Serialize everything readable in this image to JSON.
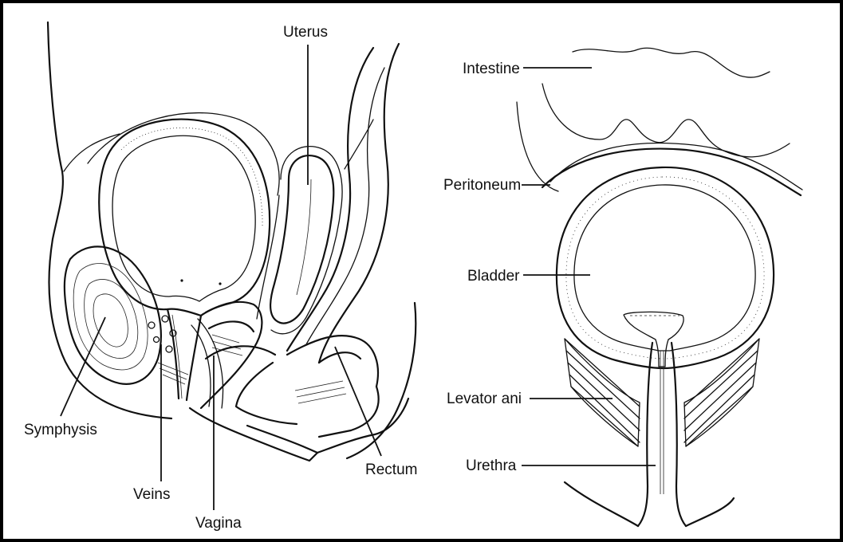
{
  "colors": {
    "line": "#111111",
    "background": "#ffffff",
    "stipple": "#555555"
  },
  "left_figure": {
    "labels": {
      "uterus": "Uterus",
      "symphysis": "Symphysis",
      "veins": "Veins",
      "vagina": "Vagina",
      "rectum": "Rectum"
    }
  },
  "right_figure": {
    "labels": {
      "intestine": "Intestine",
      "peritoneum": "Peritoneum",
      "bladder": "Bladder",
      "levator_ani": "Levator ani",
      "urethra": "Urethra"
    }
  }
}
